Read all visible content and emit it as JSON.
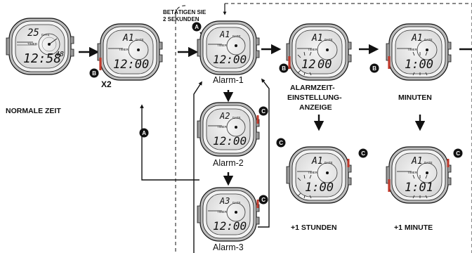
{
  "instruction": {
    "line1": "BETÄTIGEN SIE",
    "line2": "2 SEKUNDEN"
  },
  "labels": {
    "normal_time": "NORMALE ZEIT",
    "x2": "X2",
    "alarm1": "Alarm-1",
    "alarm2": "Alarm-2",
    "alarm3": "Alarm-3",
    "setting_line1": "ALARMZEIT-",
    "setting_line2": "EINSTELLUNG-",
    "setting_line3": "ANZEIGE",
    "minutes": "MINUTEN",
    "plus_hours": "+1 STUNDEN",
    "plus_minute": "+1 MINUTE"
  },
  "buttons": {
    "a": "A",
    "b": "B",
    "c": "C"
  },
  "lcd": {
    "normal_top": "25",
    "normal_time": "12:58",
    "normal_seconds": "48",
    "alarm_top": "A1",
    "alarm2_top": "A2",
    "alarm3_top": "A3",
    "alarm_time": "12:00",
    "hour_flash": "12",
    "minute_flash": "00",
    "plus_hours_time": "1:00",
    "plus_minute_time": "1:01",
    "date_label": "DATE",
    "timer_label": "TIMER"
  },
  "colors": {
    "ink": "#111111",
    "screen": "#e9e9e9",
    "bezel": "#cfcfcf",
    "button": "#c0392b"
  }
}
